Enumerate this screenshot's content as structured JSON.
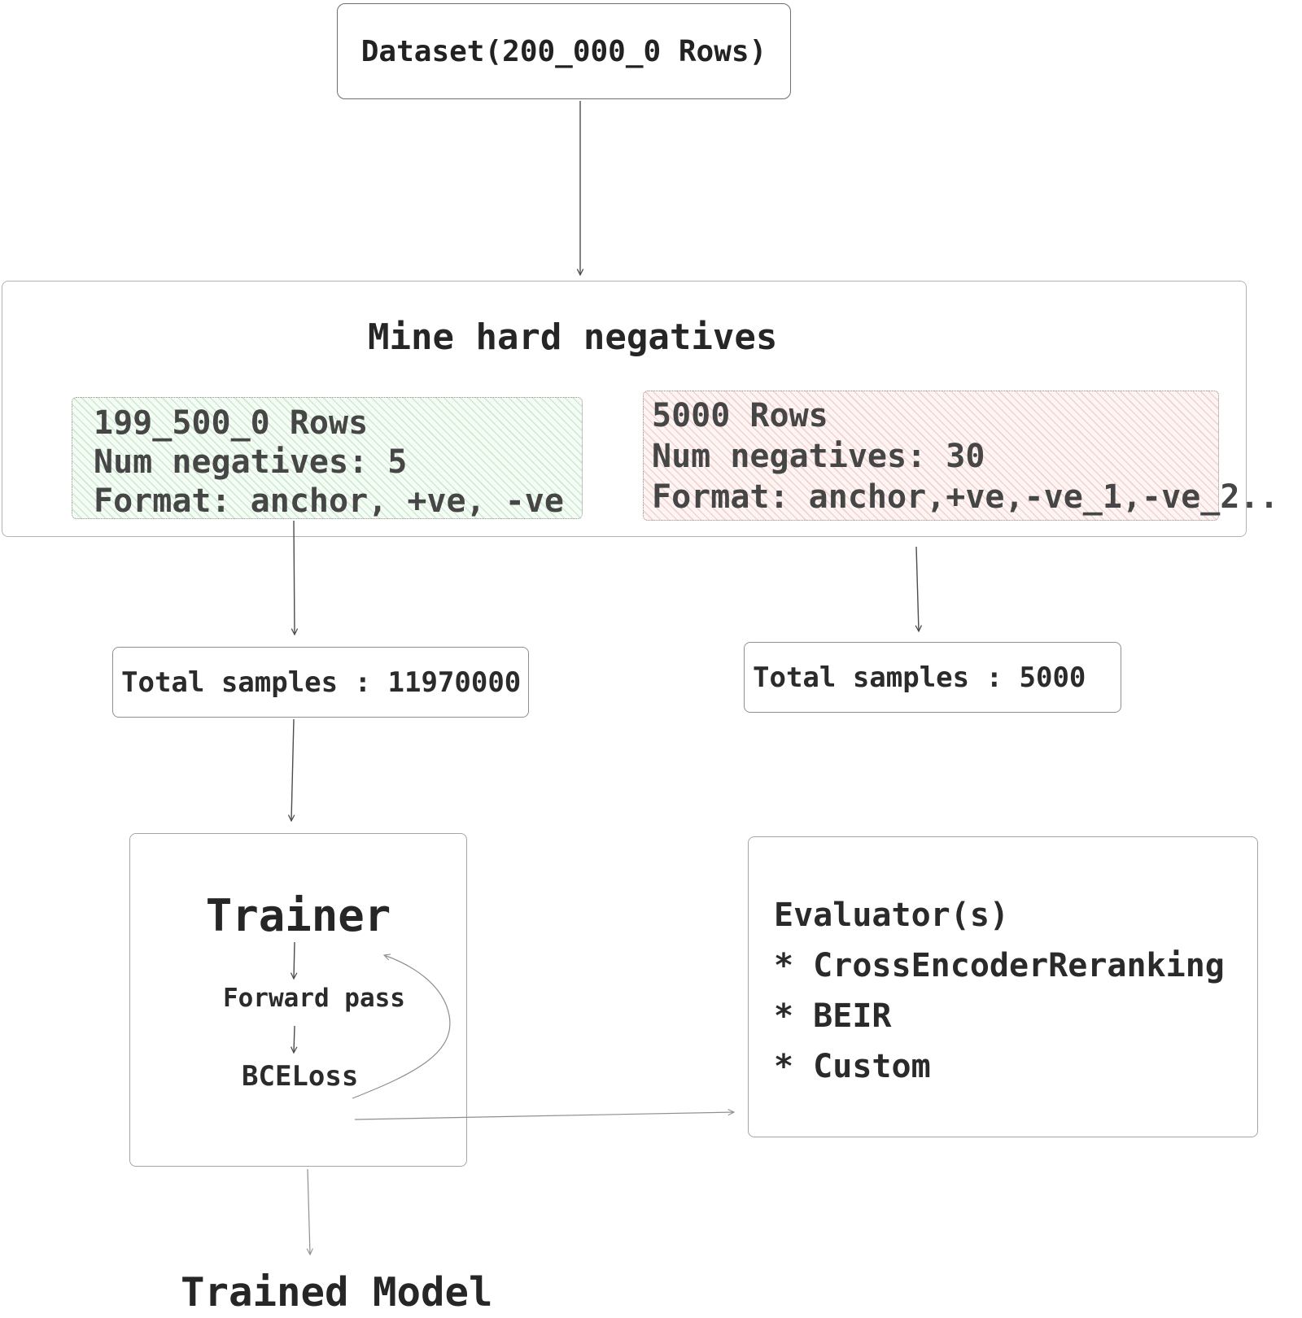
{
  "diagram": {
    "dataset": {
      "label": "Dataset(200_000_0 Rows)"
    },
    "mine": {
      "title": "Mine hard negatives",
      "train_subset": {
        "rows": "199_500_0 Rows",
        "num_negatives": "Num negatives: 5",
        "format": "Format: anchor, +ve, -ve"
      },
      "eval_subset": {
        "rows": "5000 Rows",
        "num_negatives": "Num negatives: 30",
        "format": "Format: anchor,+ve,-ve_1,-ve_2.."
      }
    },
    "train_total": {
      "label": "Total samples : 11970000"
    },
    "eval_total": {
      "label": "Total samples : 5000"
    },
    "trainer": {
      "title": "Trainer",
      "step1": "Forward pass",
      "step2": "BCELoss"
    },
    "evaluator": {
      "title": "Evaluator(s)",
      "items": [
        "* CrossEncoderReranking",
        "* BEIR",
        "* Custom"
      ]
    },
    "output": {
      "label": "Trained Model"
    },
    "colors": {
      "train_subset_bg": "#f5fbf5",
      "train_subset_hatch": "#cde9d0",
      "eval_subset_bg": "#fdf5f4",
      "eval_subset_hatch": "#f3d2ce"
    }
  }
}
